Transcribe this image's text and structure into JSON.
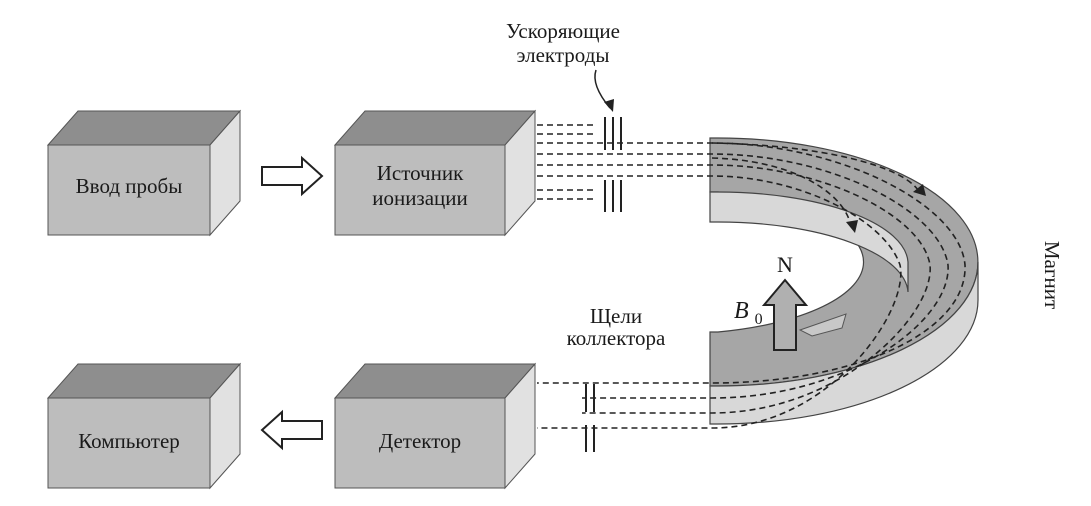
{
  "blocks": {
    "sample_inlet": "Ввод пробы",
    "ion_source_line1": "Источник",
    "ion_source_line2": "ионизации",
    "computer": "Компьютер",
    "detector": "Детектор"
  },
  "labels": {
    "accel_line1": "Ускоряющие",
    "accel_line2": "электроды",
    "slits_line1": "Щели",
    "slits_line2": "коллектора",
    "magnet": "Магнит",
    "north": "N",
    "field_symbol": "B",
    "field_subscript": "0"
  },
  "colors": {
    "box_front": "#bdbdbd",
    "box_top": "#8e8e8e",
    "box_side": "#e1e1e1",
    "magnet_top": "#a6a6a6",
    "magnet_side": "#d8d8d8",
    "field_arrow": "#b0b0b0"
  },
  "icons": {
    "flow_arrow_right": "hollow-arrow-right",
    "flow_arrow_left": "hollow-arrow-left",
    "field_arrow": "hollow-arrow-up"
  }
}
